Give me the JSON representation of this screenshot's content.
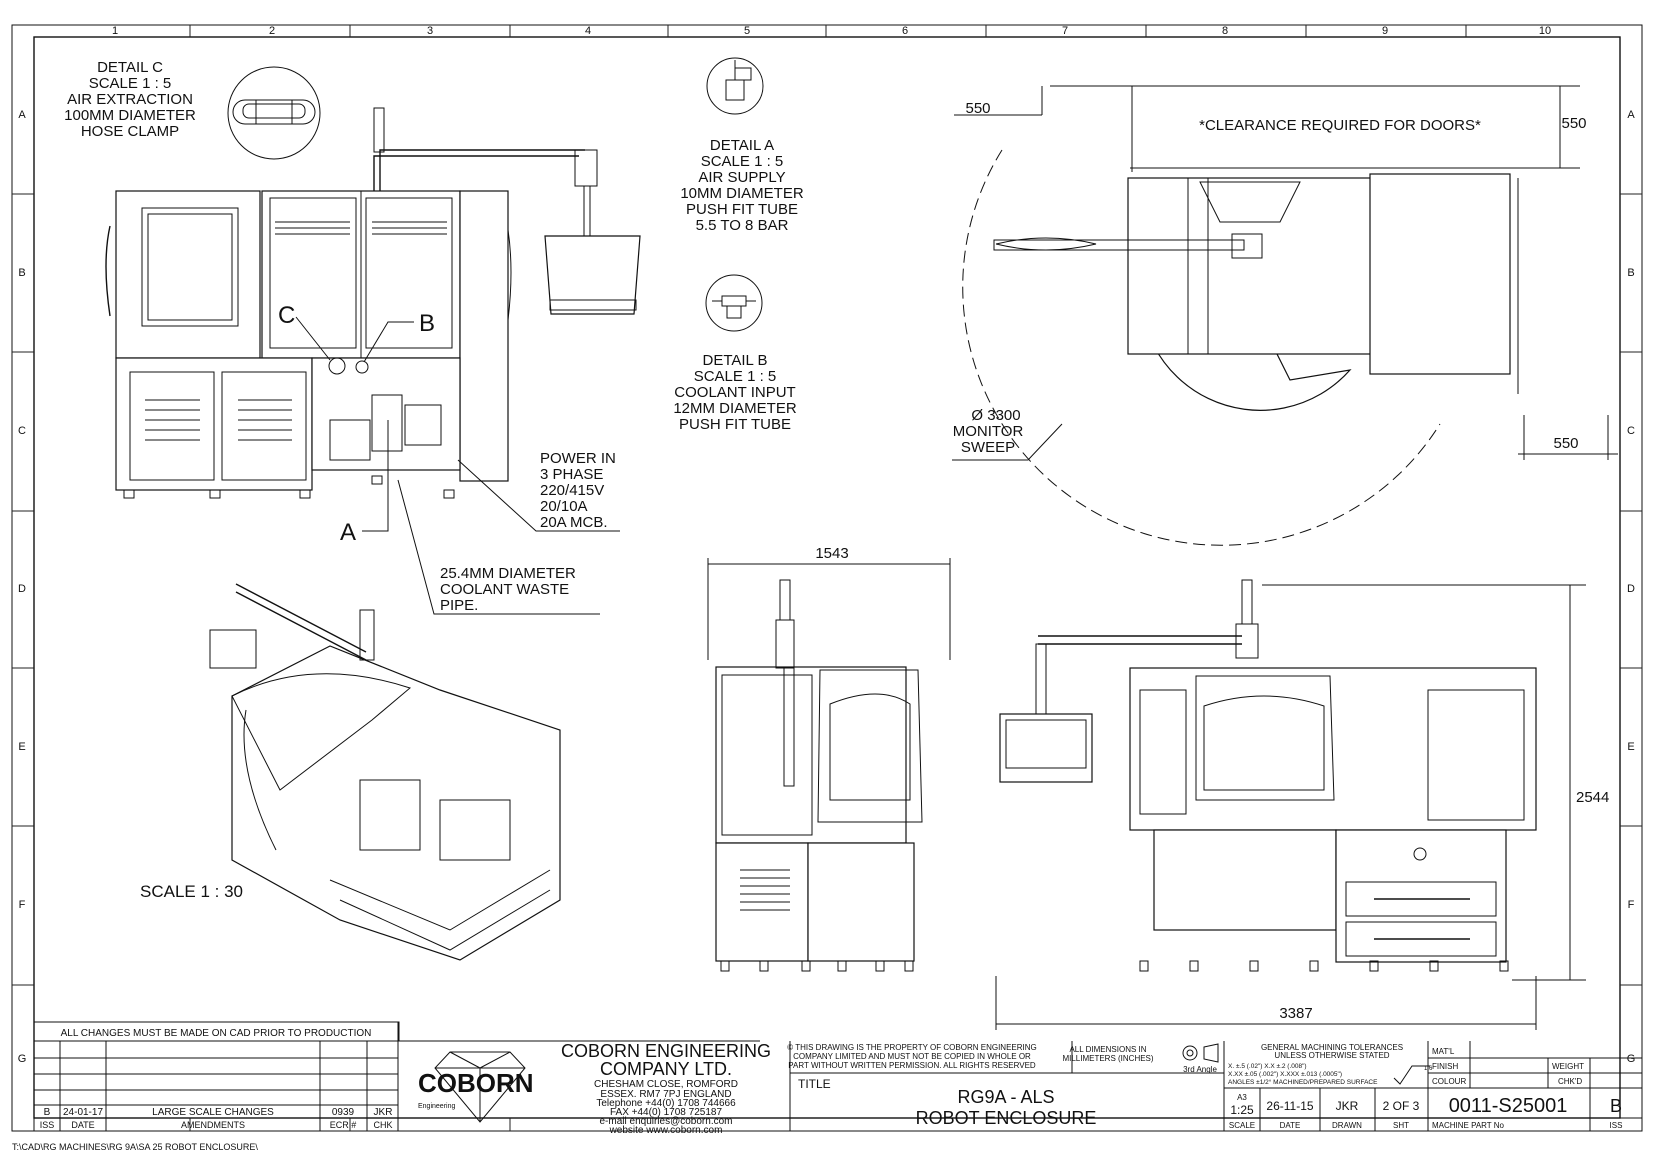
{
  "frame": {
    "columns": [
      "1",
      "2",
      "3",
      "4",
      "5",
      "6",
      "7",
      "8",
      "9",
      "10"
    ],
    "rows": [
      "A",
      "B",
      "C",
      "D",
      "E",
      "F",
      "G"
    ]
  },
  "details": {
    "c": [
      "DETAIL C",
      "SCALE 1 : 5",
      "AIR EXTRACTION",
      "100MM DIAMETER",
      "HOSE CLAMP"
    ],
    "a": [
      "DETAIL A",
      "SCALE 1 : 5",
      "AIR SUPPLY",
      "10MM DIAMETER",
      "PUSH FIT TUBE",
      "5.5 TO 8 BAR"
    ],
    "b": [
      "DETAIL B",
      "SCALE 1 : 5",
      "COOLANT INPUT",
      "12MM DIAMETER",
      "PUSH FIT TUBE"
    ]
  },
  "callouts": {
    "letter_c": "C",
    "letter_b": "B",
    "letter_a": "A",
    "power": [
      "POWER IN",
      "3 PHASE",
      "220/415V",
      "20/10A",
      "20A MCB."
    ],
    "waste": [
      "25.4MM DIAMETER",
      "COOLANT WASTE",
      "PIPE."
    ],
    "monitor": [
      "Ø 3300",
      "MONITOR",
      "SWEEP"
    ],
    "scale_iso": "SCALE 1 : 30"
  },
  "dimensions": {
    "top_left": "550",
    "top_right": "550",
    "right_side": "550",
    "clearance": "*CLEARANCE REQUIRED FOR DOORS*",
    "width_side": "1543",
    "height": "2544",
    "width_front": "3387"
  },
  "revisions": {
    "header": "ALL CHANGES MUST BE MADE ON CAD PRIOR TO PRODUCTION",
    "rows": [
      {
        "iss": "B",
        "date": "24-01-17",
        "amendment": "LARGE SCALE CHANGES",
        "ecr": "0939",
        "chk": "JKR"
      }
    ],
    "columns": {
      "iss": "ISS",
      "date": "DATE",
      "amendment": "AMENDMENTS",
      "ecr": "ECR #",
      "chk": "CHK"
    }
  },
  "company": {
    "logo": "COBORN",
    "logo_sub": "Engineering",
    "name_line1": "COBORN ENGINEERING",
    "name_line2": "COMPANY LTD.",
    "address": [
      "CHESHAM CLOSE, ROMFORD",
      "ESSEX. RM7 7PJ  ENGLAND",
      "Telephone +44(0) 1708 744666",
      "FAX +44(0) 1708 725187",
      "e-mail enquiries@coborn.com",
      "website www.coborn.com"
    ]
  },
  "notices": {
    "property": [
      "© THIS DRAWING IS THE PROPERTY OF COBORN ENGINEERING",
      "COMPANY LIMITED AND MUST NOT BE COPIED IN WHOLE OR",
      "PART WITHOUT WRITTEN PERMISSION. ALL RIGHTS RESERVED"
    ],
    "dims": [
      "ALL DIMENSIONS IN",
      "MILLIMETERS (INCHES)"
    ],
    "angle": "3rd Angle",
    "tol_title": [
      "GENERAL MACHINING TOLERANCES",
      "UNLESS OTHERWISE STATED"
    ],
    "tol_rows": [
      "X.      ±.5   (.02\")      X.X    ±.2   (.008\")",
      "X.XX   ±.05  (.002\")   X.XXX  ±.013 (.0005\")",
      "ANGLES ±1/2°  MACHINED/PREPARED SURFACE"
    ],
    "surface": "1.6"
  },
  "title_block": {
    "title_label": "TITLE",
    "title_line1": "RG9A - ALS",
    "title_line2": "ROBOT ENCLOSURE",
    "size": "A3",
    "scale": "1:25",
    "date": "26-11-15",
    "drawn": "JKR",
    "sheet": "2 OF 3",
    "part_no": "0011-S25001",
    "iss": "B",
    "labels": {
      "scale": "SCALE",
      "date": "DATE",
      "drawn": "DRAWN",
      "sht": "SHT",
      "part": "MACHINE PART No",
      "iss": "ISS",
      "matl": "MAT'L",
      "finish": "FINISH",
      "colour": "COLOUR",
      "weight": "WEIGHT",
      "chkd": "CHK'D"
    }
  },
  "file_path": "T:\\CAD\\RG MACHINES\\RG 9A\\SA 25 ROBOT ENCLOSURE\\"
}
